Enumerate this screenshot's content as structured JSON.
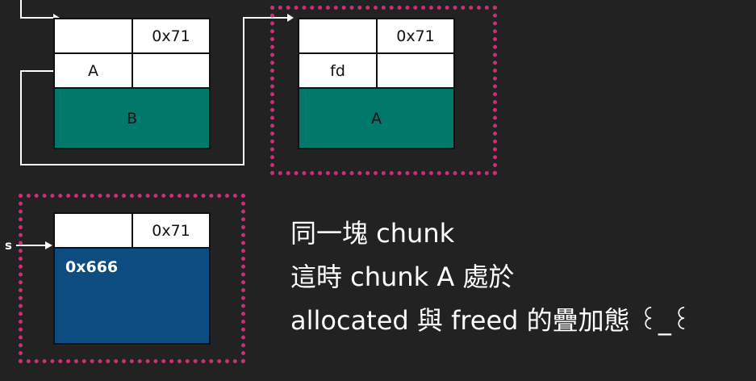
{
  "chunk_b_block": {
    "size": "0x71",
    "prev": "A",
    "data": "B"
  },
  "chunk_a_block": {
    "size": "0x71",
    "prev": "fd",
    "data": "A"
  },
  "chunk_s_block": {
    "size": "0x71",
    "data": "0x666"
  },
  "side_label": "s",
  "caption": [
    "同一塊 chunk",
    "這時 chunk A 處於",
    "allocated 與 freed 的疊加態 ꒰_꒰"
  ],
  "colors": {
    "background": "#222222",
    "teal": "#00796b",
    "navy": "#0d4c80",
    "highlight": "#cc2f79",
    "line": "#ffffff"
  }
}
